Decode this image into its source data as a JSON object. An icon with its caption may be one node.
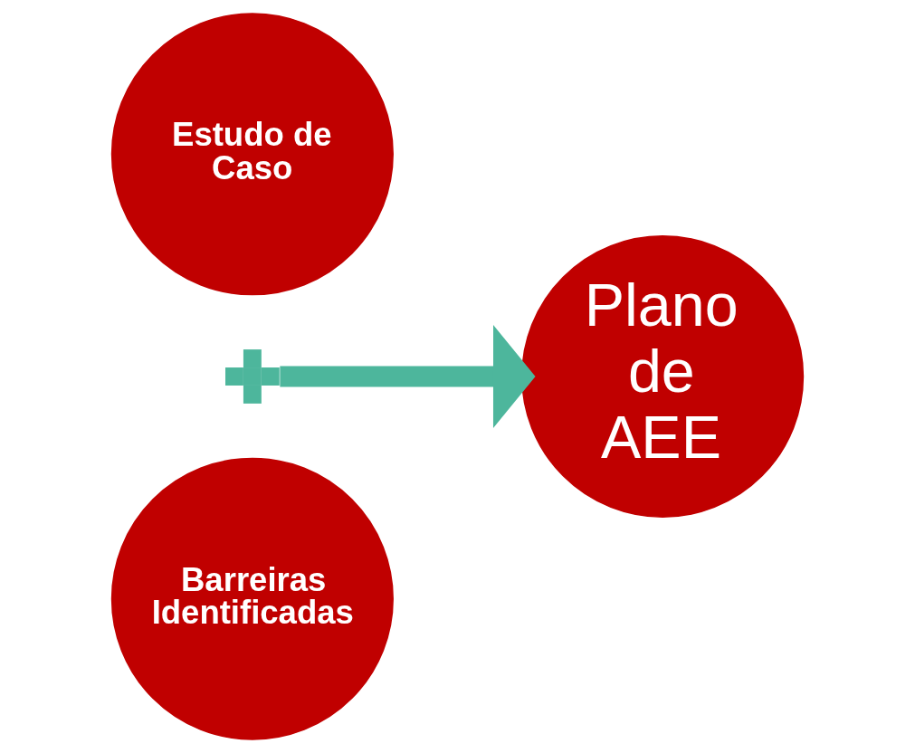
{
  "diagram": {
    "nodes": [
      {
        "text": [
          "Estudo de Caso"
        ]
      },
      {
        "text": [],
        "shape": "plus"
      },
      {
        "text": [
          "Barreiras Identificadas"
        ]
      },
      {
        "text": [
          "Plano de AEE"
        ]
      }
    ],
    "edges": [
      {
        "from": 1,
        "to": 3,
        "arrow": "to",
        "color": "#4db69c"
      }
    ]
  }
}
